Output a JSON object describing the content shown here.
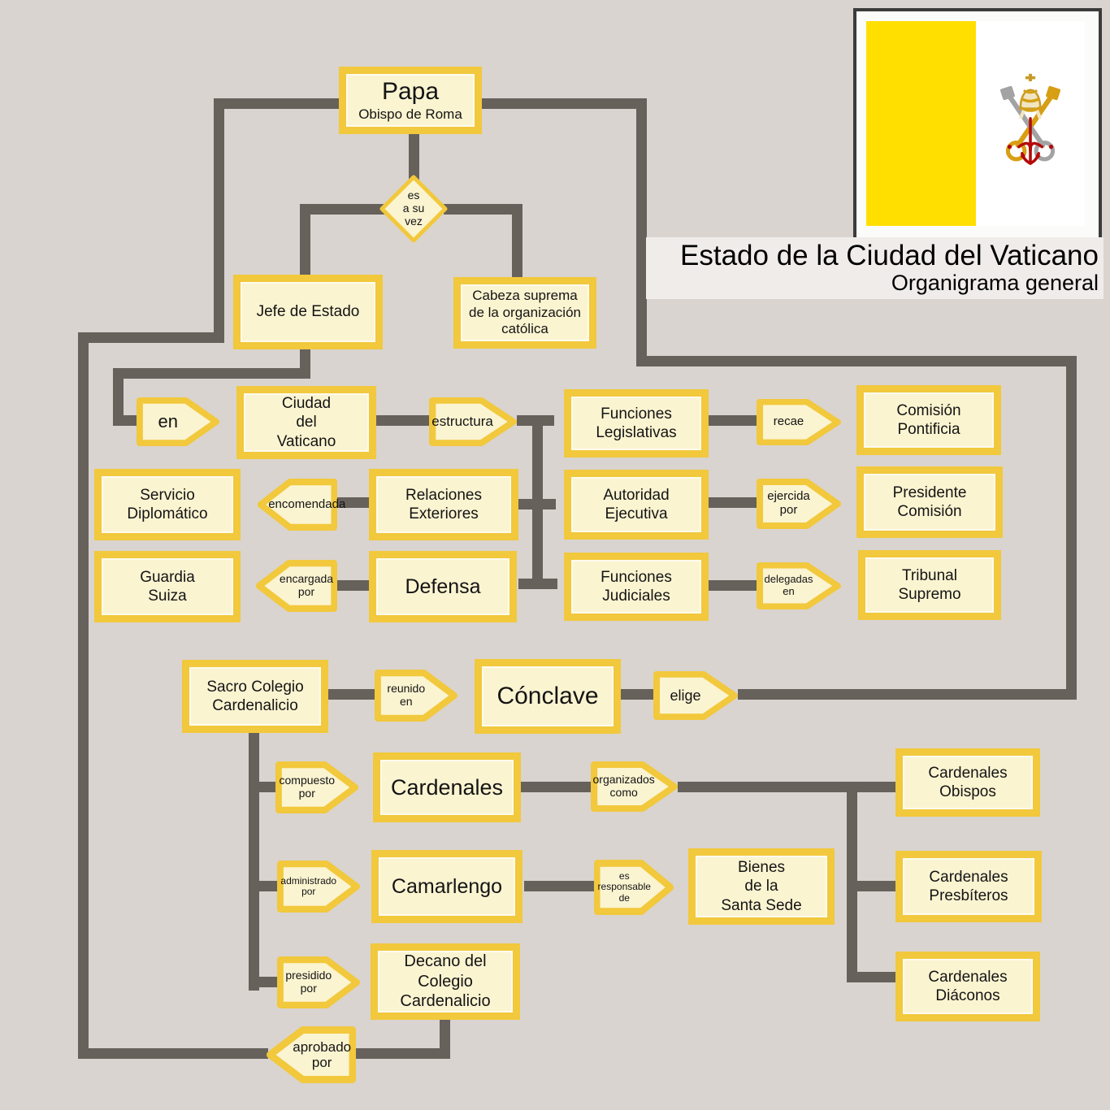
{
  "header": {
    "title": "Estado de la Ciudad del Vaticano",
    "subtitle": "Organigrama general",
    "flag": "vatican-flag"
  },
  "colors": {
    "background": "#d9d4d0",
    "box_fill": "#fbf4d1",
    "box_border": "#f2c83c",
    "connector": "#66615b",
    "flag_yellow": "#ffdf00",
    "title_strip": "#efece9"
  },
  "nodes": {
    "papa": {
      "title": "Papa",
      "subtitle": "Obispo de Roma"
    },
    "jefe_estado": "Jefe de Estado",
    "cabeza_suprema": "Cabeza suprema\nde la organización\ncatólica",
    "ciudad_vaticano": "Ciudad\ndel\nVaticano",
    "funciones_legislativas": "Funciones\nLegislativas",
    "comision_pontificia": "Comisión\nPontificia",
    "servicio_diplomatico": "Servicio\nDiplomático",
    "relaciones_exteriores": "Relaciones\nExteriores",
    "autoridad_ejecutiva": "Autoridad\nEjecutiva",
    "presidente_comision": "Presidente\nComisión",
    "guardia_suiza": "Guardia\nSuiza",
    "defensa": "Defensa",
    "funciones_judiciales": "Funciones\nJudiciales",
    "tribunal_supremo": "Tribunal\nSupremo",
    "sacro_colegio": "Sacro Colegio\nCardenalicio",
    "conclave": "Cónclave",
    "cardenales": "Cardenales",
    "cardenales_obispos": "Cardenales\nObispos",
    "camarlengo": "Camarlengo",
    "bienes_santa_sede": "Bienes\nde la\nSanta Sede",
    "cardenales_presbiteros": "Cardenales\nPresbíteros",
    "decano": "Decano del Colegio\nCardenalicio",
    "cardenales_diaconos": "Cardenales\nDiáconos"
  },
  "arrows": {
    "es_a_su_vez": "es\na su\nvez",
    "en": "en",
    "estructura": "estructura",
    "recae": "recae",
    "encomendada": "encomendada",
    "ejercida_por": "ejercida\npor",
    "encargada_por": "encargada\npor",
    "delegadas_en": "delegadas\nen",
    "reunido_en": "reunido\nen",
    "elige": "elige",
    "compuesto_por": "compuesto\npor",
    "organizados_como": "organizados\ncomo",
    "administrado_por": "administrado\npor",
    "es_responsable_de": "es\nresponsable\nde",
    "presidido_por": "presidido\npor",
    "aprobado_por": "aprobado\npor"
  }
}
